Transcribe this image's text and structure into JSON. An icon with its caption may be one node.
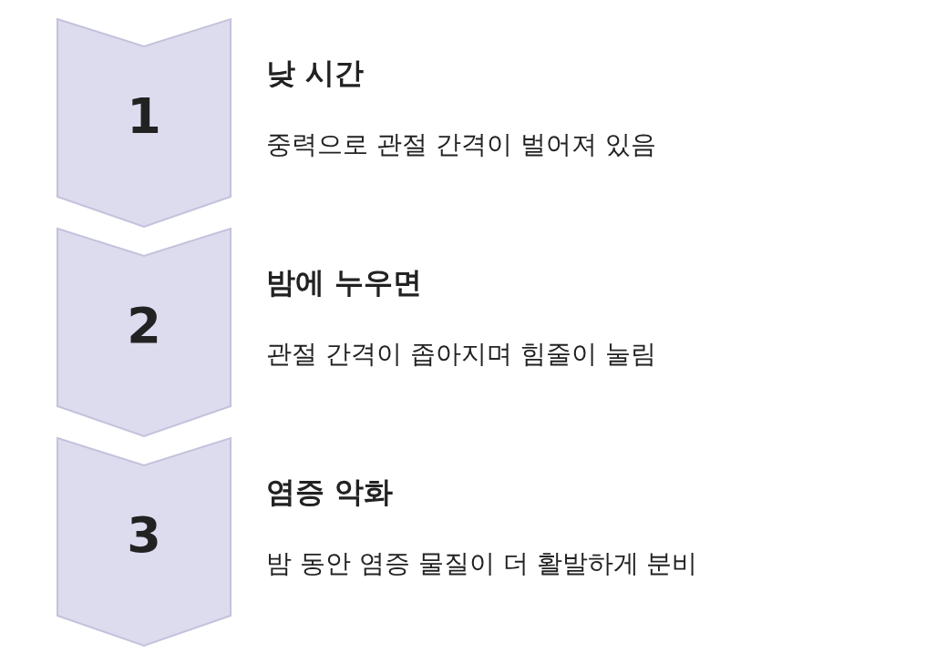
{
  "diagram": {
    "nodes": [
      {
        "text": [
          "1"
        ],
        "beside": [
          "낮 시간",
          "중력으로 관절 간격이 벌어져 있음"
        ]
      },
      {
        "text": [
          "2"
        ],
        "beside": [
          "밤에 누우면",
          "관절 간격이 좁아지며 힘줄이 눌림"
        ]
      },
      {
        "text": [
          "3"
        ],
        "beside": [
          "염증 악화",
          "밤 동안 염증 물질이 더 활발하게 분비"
        ]
      }
    ],
    "edges": []
  }
}
